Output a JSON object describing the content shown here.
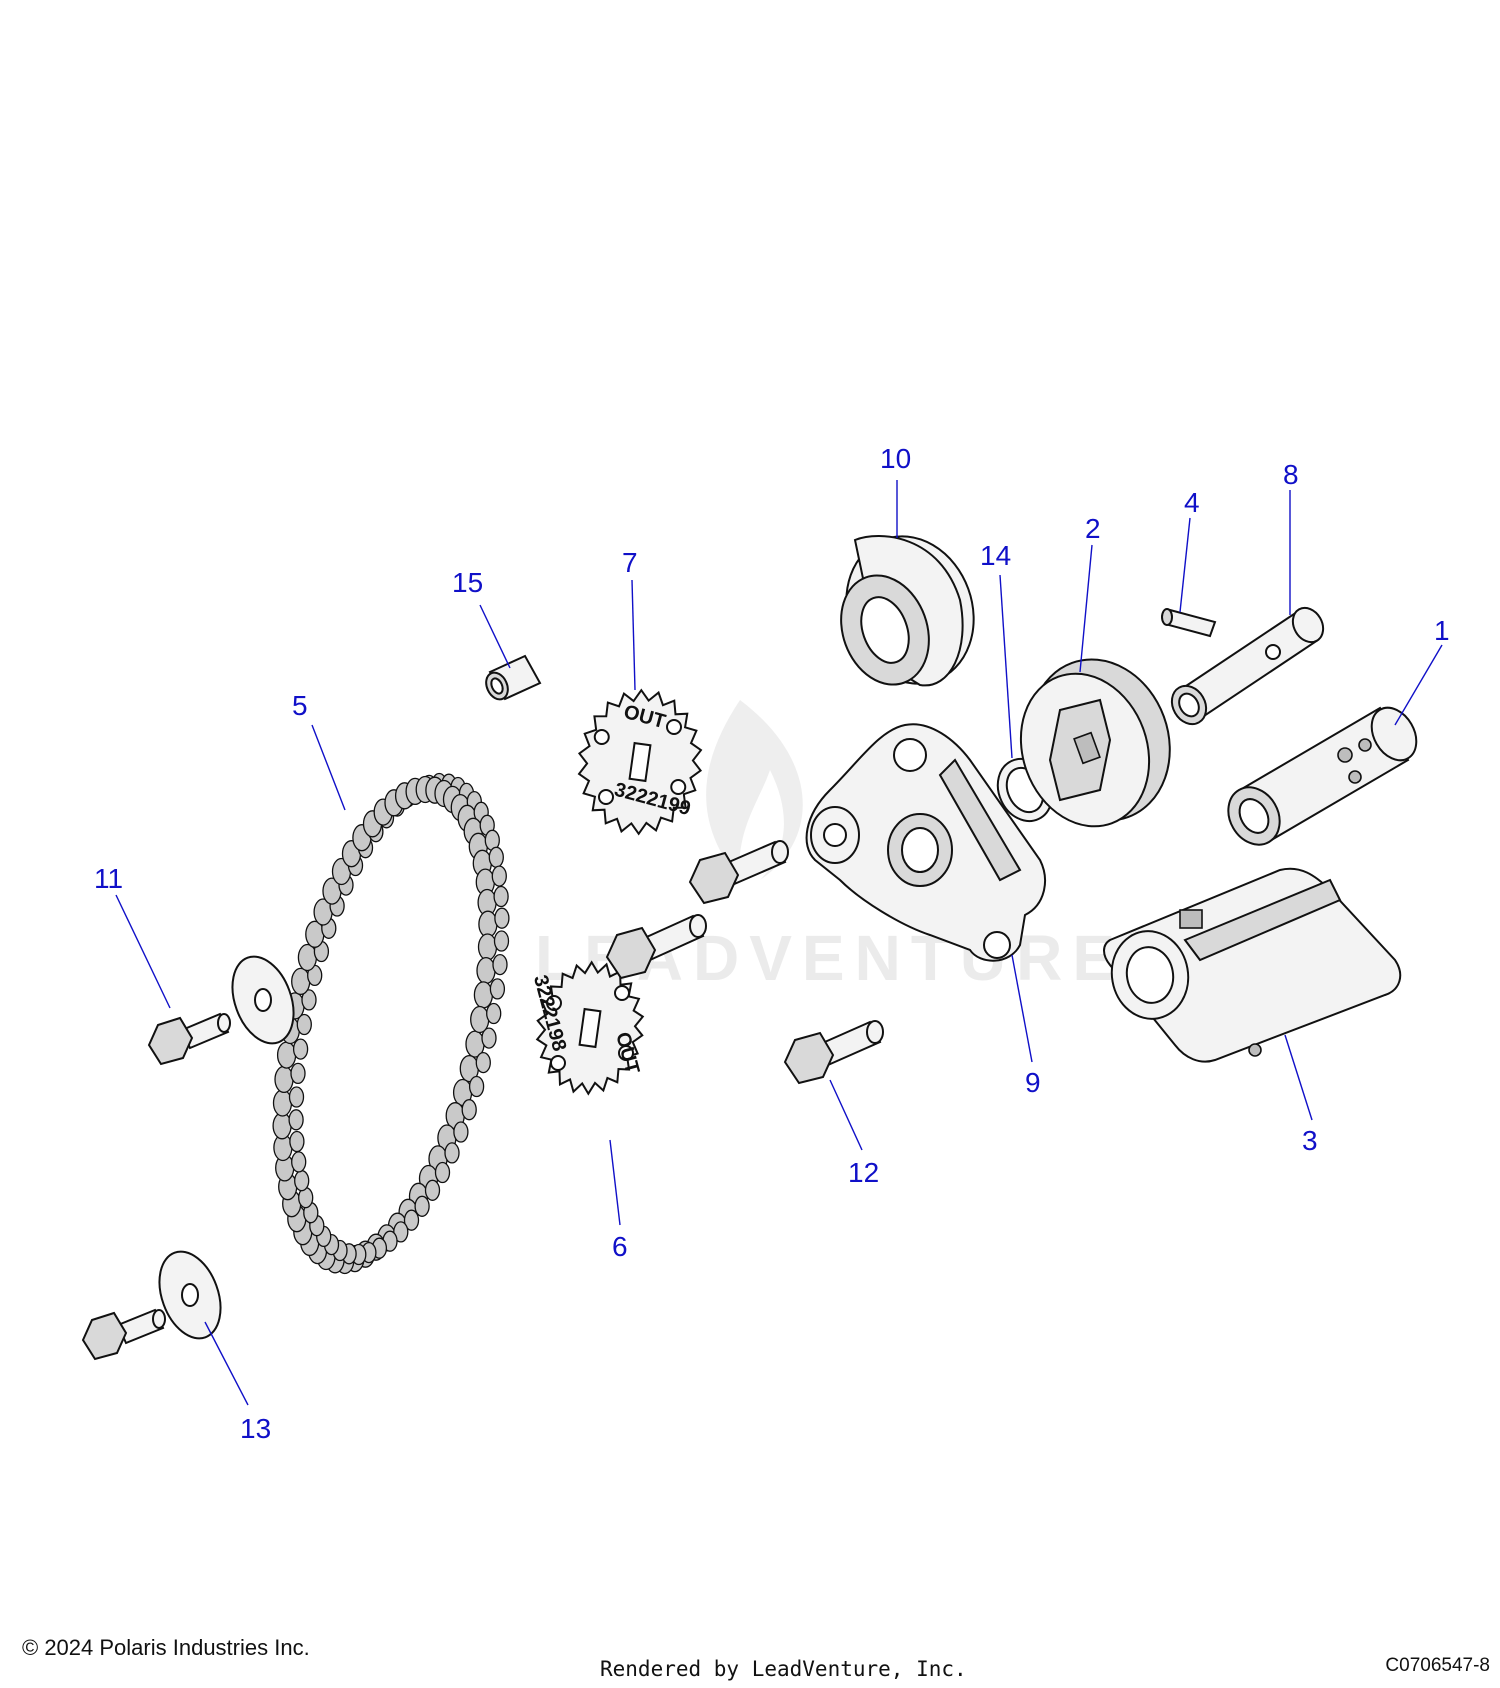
{
  "watermark": "LEADVENTURE",
  "sprockets": {
    "upper_marking": "OUT",
    "upper_number": "3222199",
    "lower_marking": "OUT",
    "lower_number": "3222198"
  },
  "callouts": [
    "1",
    "2",
    "3",
    "4",
    "5",
    "6",
    "7",
    "8",
    "9",
    "10",
    "11",
    "12",
    "13",
    "14",
    "15"
  ],
  "footer": {
    "copyright": "© 2024 Polaris Industries Inc.",
    "rendered_by": "Rendered by LeadVenture, Inc.",
    "diagram_code": "C0706547-8"
  }
}
